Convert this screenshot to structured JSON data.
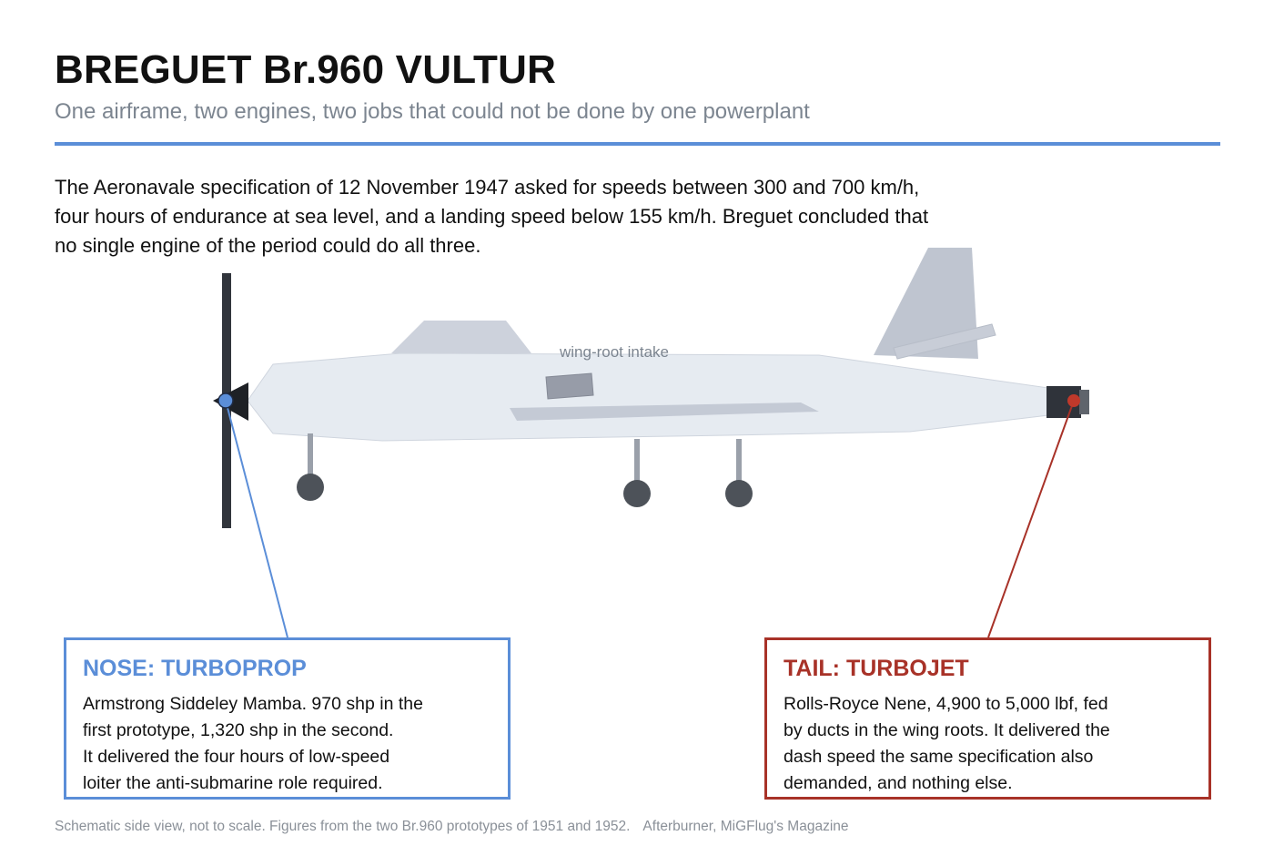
{
  "header": {
    "title": "BREGUET Br.960 VULTUR",
    "subtitle": "One airframe, two engines, two jobs that could not be done by one powerplant"
  },
  "intro": {
    "lines": [
      "The Aeronavale specification of 12 November 1947 asked for speeds between 300 and 700 km/h,",
      "four hours of endurance at sea level, and a landing speed below 155 km/h. Breguet concluded that",
      "no single engine of the period could do all three."
    ]
  },
  "diagram": {
    "intake_label": "wing-root intake"
  },
  "callouts": {
    "nose": {
      "title": "NOSE: TURBOPROP",
      "lines": [
        "Armstrong Siddeley Mamba. 970 shp in the",
        "first prototype, 1,320 shp in the second.",
        "It delivered the four hours of low-speed",
        "loiter the anti-submarine role required."
      ],
      "color": "#5b8ed8"
    },
    "tail": {
      "title": "TAIL: TURBOJET",
      "lines": [
        "Rolls-Royce Nene, 4,900 to 5,000 lbf, fed",
        "by ducts in the wing roots. It delivered the",
        "dash speed the same specification also",
        "demanded, and nothing else."
      ],
      "color": "#a83228"
    }
  },
  "footer": {
    "note": "Schematic side view, not to scale. Figures from the two Br.960 prototypes of 1951 and 1952.",
    "source": "Afterburner, MiGFlug's Magazine"
  },
  "colors": {
    "accent_rule": "#5b8ed8",
    "turboprop": "#5b8ed8",
    "turbojet": "#a83228",
    "fuselage": "#e6ebf1",
    "surfaces": "#c4cad5",
    "dark": "#2f333a"
  }
}
